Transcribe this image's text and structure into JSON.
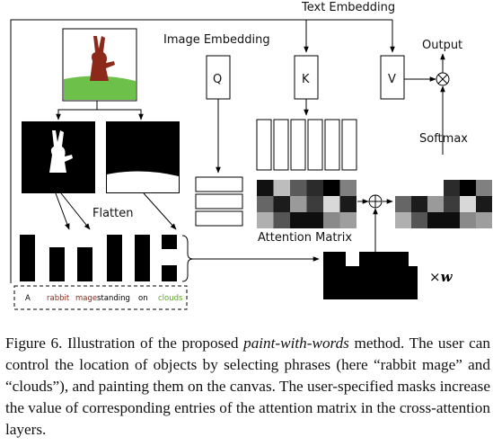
{
  "labels": {
    "text_embedding": "Text Embedding",
    "image_embedding": "Image Embedding",
    "q": "Q",
    "k": "K",
    "v": "V",
    "output": "Output",
    "softmax": "Softmax",
    "flatten": "Flatten",
    "attention_matrix": "Attention Matrix",
    "weight": "×",
    "weight_var": "w",
    "plus_symbol": "⊕",
    "times_symbol": "⊗"
  },
  "tokens": [
    {
      "text": "A",
      "color": "#000000"
    },
    {
      "text": "rabbit",
      "color": "#8b2a1a"
    },
    {
      "text": "mage",
      "color": "#8b2a1a"
    },
    {
      "text": "standing",
      "color": "#000000"
    },
    {
      "text": "on",
      "color": "#000000"
    },
    {
      "text": "clouds",
      "color": "#5aa52a"
    }
  ],
  "colors": {
    "rabbit": "#8b2a1a",
    "grass": "#6dc04a",
    "mask": "#000000"
  },
  "attention_matrix_grays": [
    [
      "#111111",
      "#bdbdbd",
      "#5a5a5a",
      "#2b2b2b",
      "#000000",
      "#808080"
    ],
    [
      "#666666",
      "#1c1c1c",
      "#9a9a9a",
      "#3c3c3c",
      "#d8d8d8",
      "#1a1a1a"
    ],
    [
      "#b0b0b0",
      "#555555",
      "#0e0e0e",
      "#0e0e0e",
      "#8a8a8a",
      "#9e9e9e"
    ]
  ],
  "softmax_grays": [
    [
      "#ffffff",
      "#ffffff",
      "#ffffff",
      "#2b2b2b",
      "#000000",
      "#808080"
    ],
    [
      "#666666",
      "#1c1c1c",
      "#9a9a9a",
      "#3c3c3c",
      "#d8d8d8",
      "#1a1a1a"
    ],
    [
      "#b0b0b0",
      "#555555",
      "#0e0e0e",
      "#0e0e0e",
      "#8a8a8a",
      "#9e9e9e"
    ]
  ],
  "caption": {
    "label": "Figure 6. Illustration of the proposed ",
    "method": "paint-with-words",
    "rest": " method. The user can control the location of objects by selecting phrases (here “rabbit mage” and “clouds”), and painting them on the canvas. The user-specified masks increase the value of corresponding entries of the attention matrix in the cross-attention layers."
  }
}
